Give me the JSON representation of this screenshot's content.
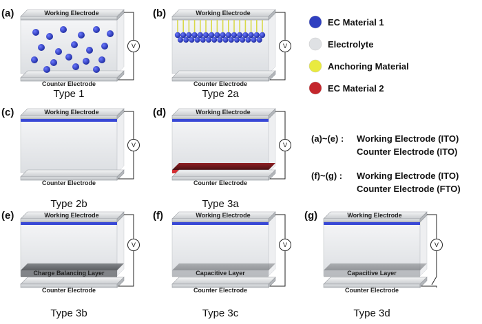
{
  "panels": [
    {
      "letter": "(a)",
      "type": "Type 1",
      "top": "Working Electrode",
      "bottom": "Counter Electrode",
      "layer": ""
    },
    {
      "letter": "(b)",
      "type": "Type 2a",
      "top": "Working Electrode",
      "bottom": "Counter Electrode",
      "layer": ""
    },
    {
      "letter": "(c)",
      "type": "Type 2b",
      "top": "Working Electrode",
      "bottom": "Counter Electrode",
      "layer": ""
    },
    {
      "letter": "(d)",
      "type": "Type 3a",
      "top": "Working Electrode",
      "bottom": "Counter Electrode",
      "layer": ""
    },
    {
      "letter": "(e)",
      "type": "Type 3b",
      "top": "Working Electrode",
      "bottom": "Counter Electrode",
      "layer": "Charge Balancing Layer"
    },
    {
      "letter": "(f)",
      "type": "Type 3c",
      "top": "Working Electrode",
      "bottom": "Counter Electrode",
      "layer": "Capacitive Layer"
    },
    {
      "letter": "(g)",
      "type": "Type 3d",
      "top": "Working Electrode",
      "bottom": "Counter Electrode",
      "layer": "Capacitive Layer"
    }
  ],
  "voltmeter": "V",
  "legend": [
    {
      "label": "EC Material 1",
      "color": "#2f3fc0"
    },
    {
      "label": "Electrolyte",
      "color": "#dfe1e4"
    },
    {
      "label": "Anchoring Material",
      "color": "#e9ea3f"
    },
    {
      "label": "EC Material 2",
      "color": "#c4262c"
    }
  ],
  "notes": {
    "ae_prefix": "(a)~(e) :",
    "ae_line1": "Working Electrode (ITO)",
    "ae_line2": "Counter Electrode (ITO)",
    "fg_prefix": "(f)~(g) :",
    "fg_line1": "Working Electrode (ITO)",
    "fg_line2": "Counter Electrode (FTO)"
  }
}
